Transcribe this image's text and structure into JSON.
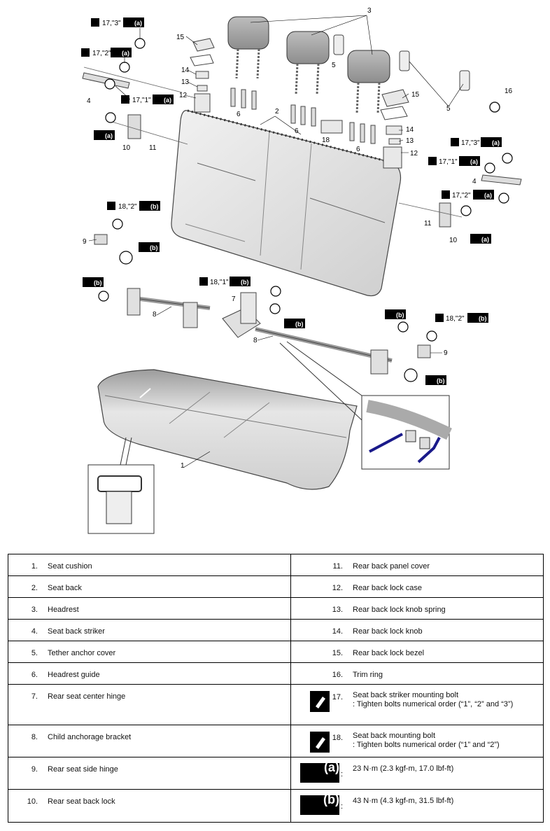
{
  "diagram": {
    "callouts": {
      "c1": "1",
      "c2": "2",
      "c3": "3",
      "c4a": "4",
      "c4b": "4",
      "c5a": "5",
      "c5b": "5",
      "c6a": "6",
      "c6b": "6",
      "c6c": "6",
      "c7": "7",
      "c8a": "8",
      "c8b": "8",
      "c9a": "9",
      "c9b": "9",
      "c10a": "10",
      "c10b": "10",
      "c11a": "11",
      "c11b": "11",
      "c12a": "12",
      "c12b": "12",
      "c13a": "13",
      "c13b": "13",
      "c14a": "14",
      "c14b": "14",
      "c15a": "15",
      "c15b": "15",
      "c16": "16",
      "c18": "18"
    },
    "bolt_labels": {
      "b1": "17,\"3\"",
      "b2": "17,\"2\"",
      "b3": "17,\"1\"",
      "b4": "17,\"3\"",
      "b5": "17,\"1\"",
      "b6": "17,\"2\"",
      "b7": "18,\"2\"",
      "b8": "18,\"1\"",
      "b9": "18,\"2\""
    },
    "badges": {
      "a": "(a)",
      "b": "(b)"
    }
  },
  "legend": {
    "rows": [
      {
        "ln": "1.",
        "lt": "Seat cushion",
        "rn": "11.",
        "rt": "Rear back panel cover"
      },
      {
        "ln": "2.",
        "lt": "Seat back",
        "rn": "12.",
        "rt": "Rear back lock case"
      },
      {
        "ln": "3.",
        "lt": "Headrest",
        "rn": "13.",
        "rt": "Rear back lock knob spring"
      },
      {
        "ln": "4.",
        "lt": "Seat back striker",
        "rn": "14.",
        "rt": "Rear back lock knob"
      },
      {
        "ln": "5.",
        "lt": "Tether anchor cover",
        "rn": "15.",
        "rt": "Rear back lock bezel"
      },
      {
        "ln": "6.",
        "lt": "Headrest guide",
        "rn": "16.",
        "rt": "Trim ring"
      },
      {
        "ln": "7.",
        "lt": "Rear seat center hinge",
        "rn": "17.",
        "rt": "Seat back striker mounting bolt\n: Tighten bolts numerical order (“1”, “2” and “3”)"
      },
      {
        "ln": "8.",
        "lt": "Child anchorage bracket",
        "rn": "18.",
        "rt": "Seat back mounting bolt\n: Tighten bolts numerical order (“1” and “2”)"
      },
      {
        "ln": "9.",
        "lt": "Rear seat side hinge",
        "rn": ":",
        "rt": "23 N·m (2.3 kgf-m, 17.0 lbf-ft)"
      },
      {
        "ln": "10.",
        "lt": "Rear seat back lock",
        "rn": ":",
        "rt": "43 N·m (4.3 kgf-m, 31.5 lbf-ft)"
      }
    ],
    "icons": {
      "a": "(a)",
      "b": "(b)"
    }
  }
}
